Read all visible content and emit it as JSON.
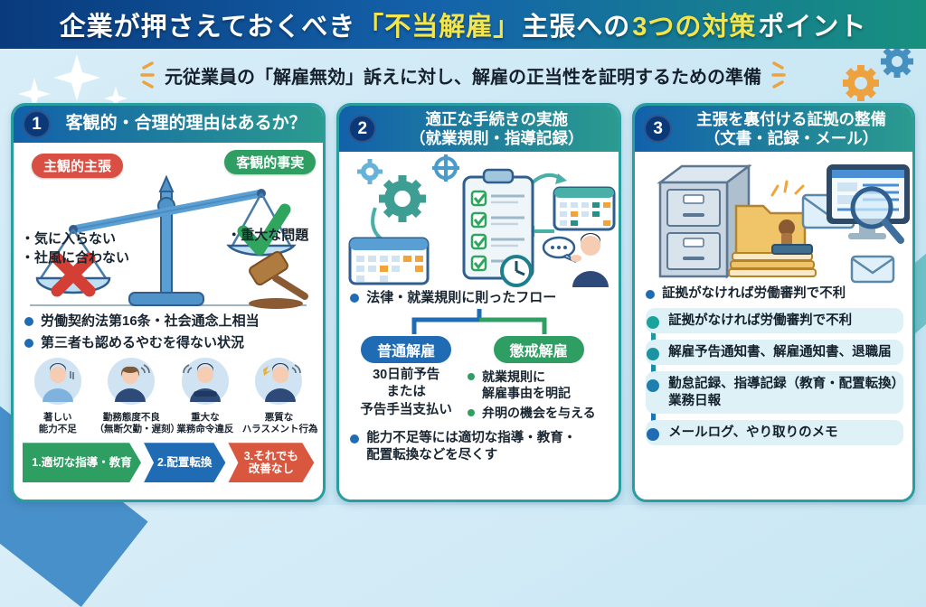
{
  "colors": {
    "banner_gradient": [
      "#093a7d",
      "#1463ab",
      "#17907e"
    ],
    "accent_yellow": "#f3e54d",
    "card_border": "#2a9d9f",
    "header_gradient": [
      "#1261ab",
      "#2b9b8f"
    ],
    "red": "#d94f43",
    "green": "#2e9e63",
    "blue": "#1f6cb5",
    "orange": "#eda23f",
    "timeline_bg": "#def1f7"
  },
  "banner": {
    "segments": [
      {
        "text": "企業が押さえておくべき",
        "color": "#ffffff"
      },
      {
        "text": "「不当解雇」",
        "color": "#f3e54d"
      },
      {
        "text": "主張への",
        "color": "#ffffff"
      },
      {
        "text": "3つの対策",
        "color": "#f3e54d"
      },
      {
        "text": "ポイント",
        "color": "#ffffff"
      }
    ]
  },
  "subtitle": {
    "text": "元従業員の「解雇無効」訴えに対し、解雇の正当性を証明するための準備"
  },
  "cards": [
    {
      "number": "1",
      "title_lines": [
        "客観的・合理的理由はあるか？"
      ],
      "scale": {
        "left_label": "主観的主張",
        "right_label": "客観的事実",
        "left_items": [
          "・気に入らない",
          "・社風に合わない"
        ],
        "right_items": [
          "・重大な問題"
        ]
      },
      "bullets": [
        "労働契約法第16条・社会通念上相当",
        "第三者も認めるやむを得ない状況"
      ],
      "avatars": [
        {
          "lines": [
            "著しい",
            "能力不足"
          ]
        },
        {
          "lines": [
            "勤務態度不良",
            "（無断欠勤・遅刻）"
          ]
        },
        {
          "lines": [
            "重大な",
            "業務命令違反"
          ]
        },
        {
          "lines": [
            "悪質な",
            "ハラスメント行為"
          ]
        }
      ],
      "steps": [
        {
          "lines": [
            "1.適切な指導・教育"
          ],
          "color": "#2e9e63"
        },
        {
          "lines": [
            "2.配置転換"
          ],
          "color": "#1f6cb5"
        },
        {
          "lines": [
            "3.それでも",
            "改善なし"
          ],
          "color": "#d9573f"
        }
      ]
    },
    {
      "number": "2",
      "title_lines": [
        "適正な手続きの実施",
        "（就業規則・指導記録）"
      ],
      "flow_bullet": "法律・就業規則に則ったフロー",
      "branches": {
        "left": {
          "label": "普通解雇",
          "lines": [
            "30日前予告",
            "または",
            "予告手当支払い"
          ]
        },
        "right": {
          "label": "懲戒解雇",
          "bullets": [
            {
              "lines": [
                "就業規則に",
                "解雇事由を明記"
              ]
            },
            {
              "lines": [
                "弁明の機会を与える"
              ]
            }
          ]
        }
      },
      "bottom_bullet_lines": [
        "能力不足等には適切な指導・教育・",
        "配置転換などを尽くす"
      ]
    },
    {
      "number": "3",
      "title_lines": [
        "主張を裏付ける証拠の整備",
        "（文書・記録・メール）"
      ],
      "lead_bullet": "証拠がなければ労働審判で不利",
      "evidence_items": [
        {
          "lines": [
            "証拠がなければ労働審判で不利"
          ]
        },
        {
          "lines": [
            "解雇予告通知書、解雇通知書、退職届"
          ]
        },
        {
          "lines": [
            "勤怠記録、指導記録（教育・配置転換）",
            "業務日報"
          ]
        },
        {
          "lines": [
            "メールログ、やり取りのメモ"
          ]
        }
      ]
    }
  ]
}
